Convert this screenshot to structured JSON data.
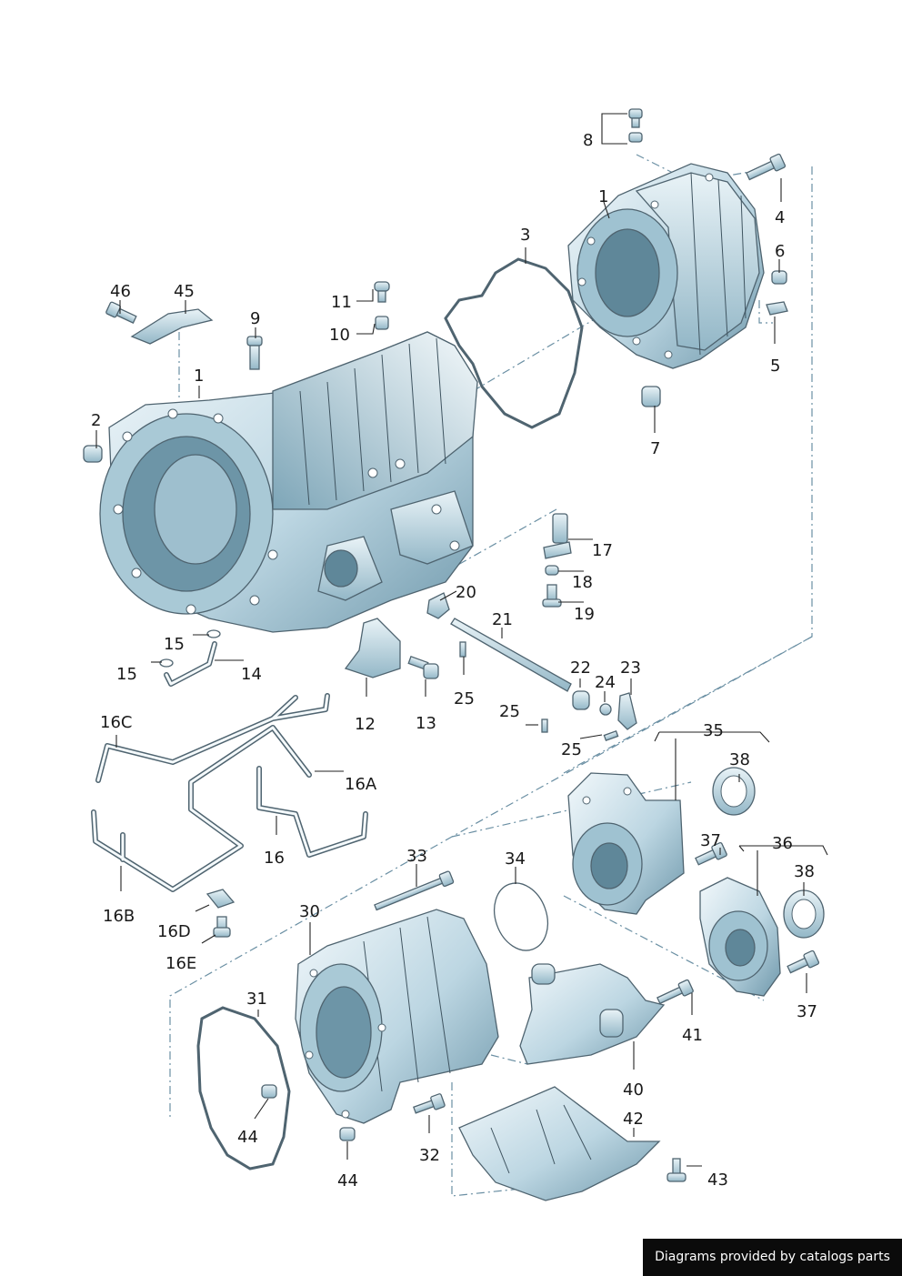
{
  "credit": "Diagrams provided by catalogs parts",
  "labels": [
    {
      "id": "l-8",
      "text": "8"
    },
    {
      "id": "l-4",
      "text": "4"
    },
    {
      "id": "l-1a",
      "text": "1"
    },
    {
      "id": "l-3",
      "text": "3"
    },
    {
      "id": "l-6",
      "text": "6"
    },
    {
      "id": "l-5",
      "text": "5"
    },
    {
      "id": "l-7",
      "text": "7"
    },
    {
      "id": "l-46",
      "text": "46"
    },
    {
      "id": "l-45",
      "text": "45"
    },
    {
      "id": "l-11",
      "text": "11"
    },
    {
      "id": "l-10",
      "text": "10"
    },
    {
      "id": "l-9",
      "text": "9"
    },
    {
      "id": "l-1b",
      "text": "1"
    },
    {
      "id": "l-2",
      "text": "2"
    },
    {
      "id": "l-17",
      "text": "17"
    },
    {
      "id": "l-18",
      "text": "18"
    },
    {
      "id": "l-19",
      "text": "19"
    },
    {
      "id": "l-20",
      "text": "20"
    },
    {
      "id": "l-21",
      "text": "21"
    },
    {
      "id": "l-15a",
      "text": "15"
    },
    {
      "id": "l-15b",
      "text": "15"
    },
    {
      "id": "l-14",
      "text": "14"
    },
    {
      "id": "l-12",
      "text": "12"
    },
    {
      "id": "l-13",
      "text": "13"
    },
    {
      "id": "l-25a",
      "text": "25"
    },
    {
      "id": "l-22",
      "text": "22"
    },
    {
      "id": "l-23",
      "text": "23"
    },
    {
      "id": "l-24",
      "text": "24"
    },
    {
      "id": "l-25b",
      "text": "25"
    },
    {
      "id": "l-25c",
      "text": "25"
    },
    {
      "id": "l-16C",
      "text": "16C"
    },
    {
      "id": "l-16A",
      "text": "16A"
    },
    {
      "id": "l-16",
      "text": "16"
    },
    {
      "id": "l-16B",
      "text": "16B"
    },
    {
      "id": "l-16D",
      "text": "16D"
    },
    {
      "id": "l-16E",
      "text": "16E"
    },
    {
      "id": "l-35",
      "text": "35"
    },
    {
      "id": "l-38a",
      "text": "38"
    },
    {
      "id": "l-37a",
      "text": "37"
    },
    {
      "id": "l-36",
      "text": "36"
    },
    {
      "id": "l-38b",
      "text": "38"
    },
    {
      "id": "l-37b",
      "text": "37"
    },
    {
      "id": "l-33",
      "text": "33"
    },
    {
      "id": "l-34",
      "text": "34"
    },
    {
      "id": "l-30",
      "text": "30"
    },
    {
      "id": "l-31",
      "text": "31"
    },
    {
      "id": "l-41",
      "text": "41"
    },
    {
      "id": "l-40",
      "text": "40"
    },
    {
      "id": "l-42",
      "text": "42"
    },
    {
      "id": "l-43",
      "text": "43"
    },
    {
      "id": "l-44a",
      "text": "44"
    },
    {
      "id": "l-44b",
      "text": "44"
    },
    {
      "id": "l-32",
      "text": "32"
    }
  ],
  "colors": {
    "part_fill": "#cfe3ec",
    "part_shade": "#86aebf",
    "outline": "#4f6470",
    "dash_line": "#6a8fa3",
    "label": "#1a1a1a"
  }
}
